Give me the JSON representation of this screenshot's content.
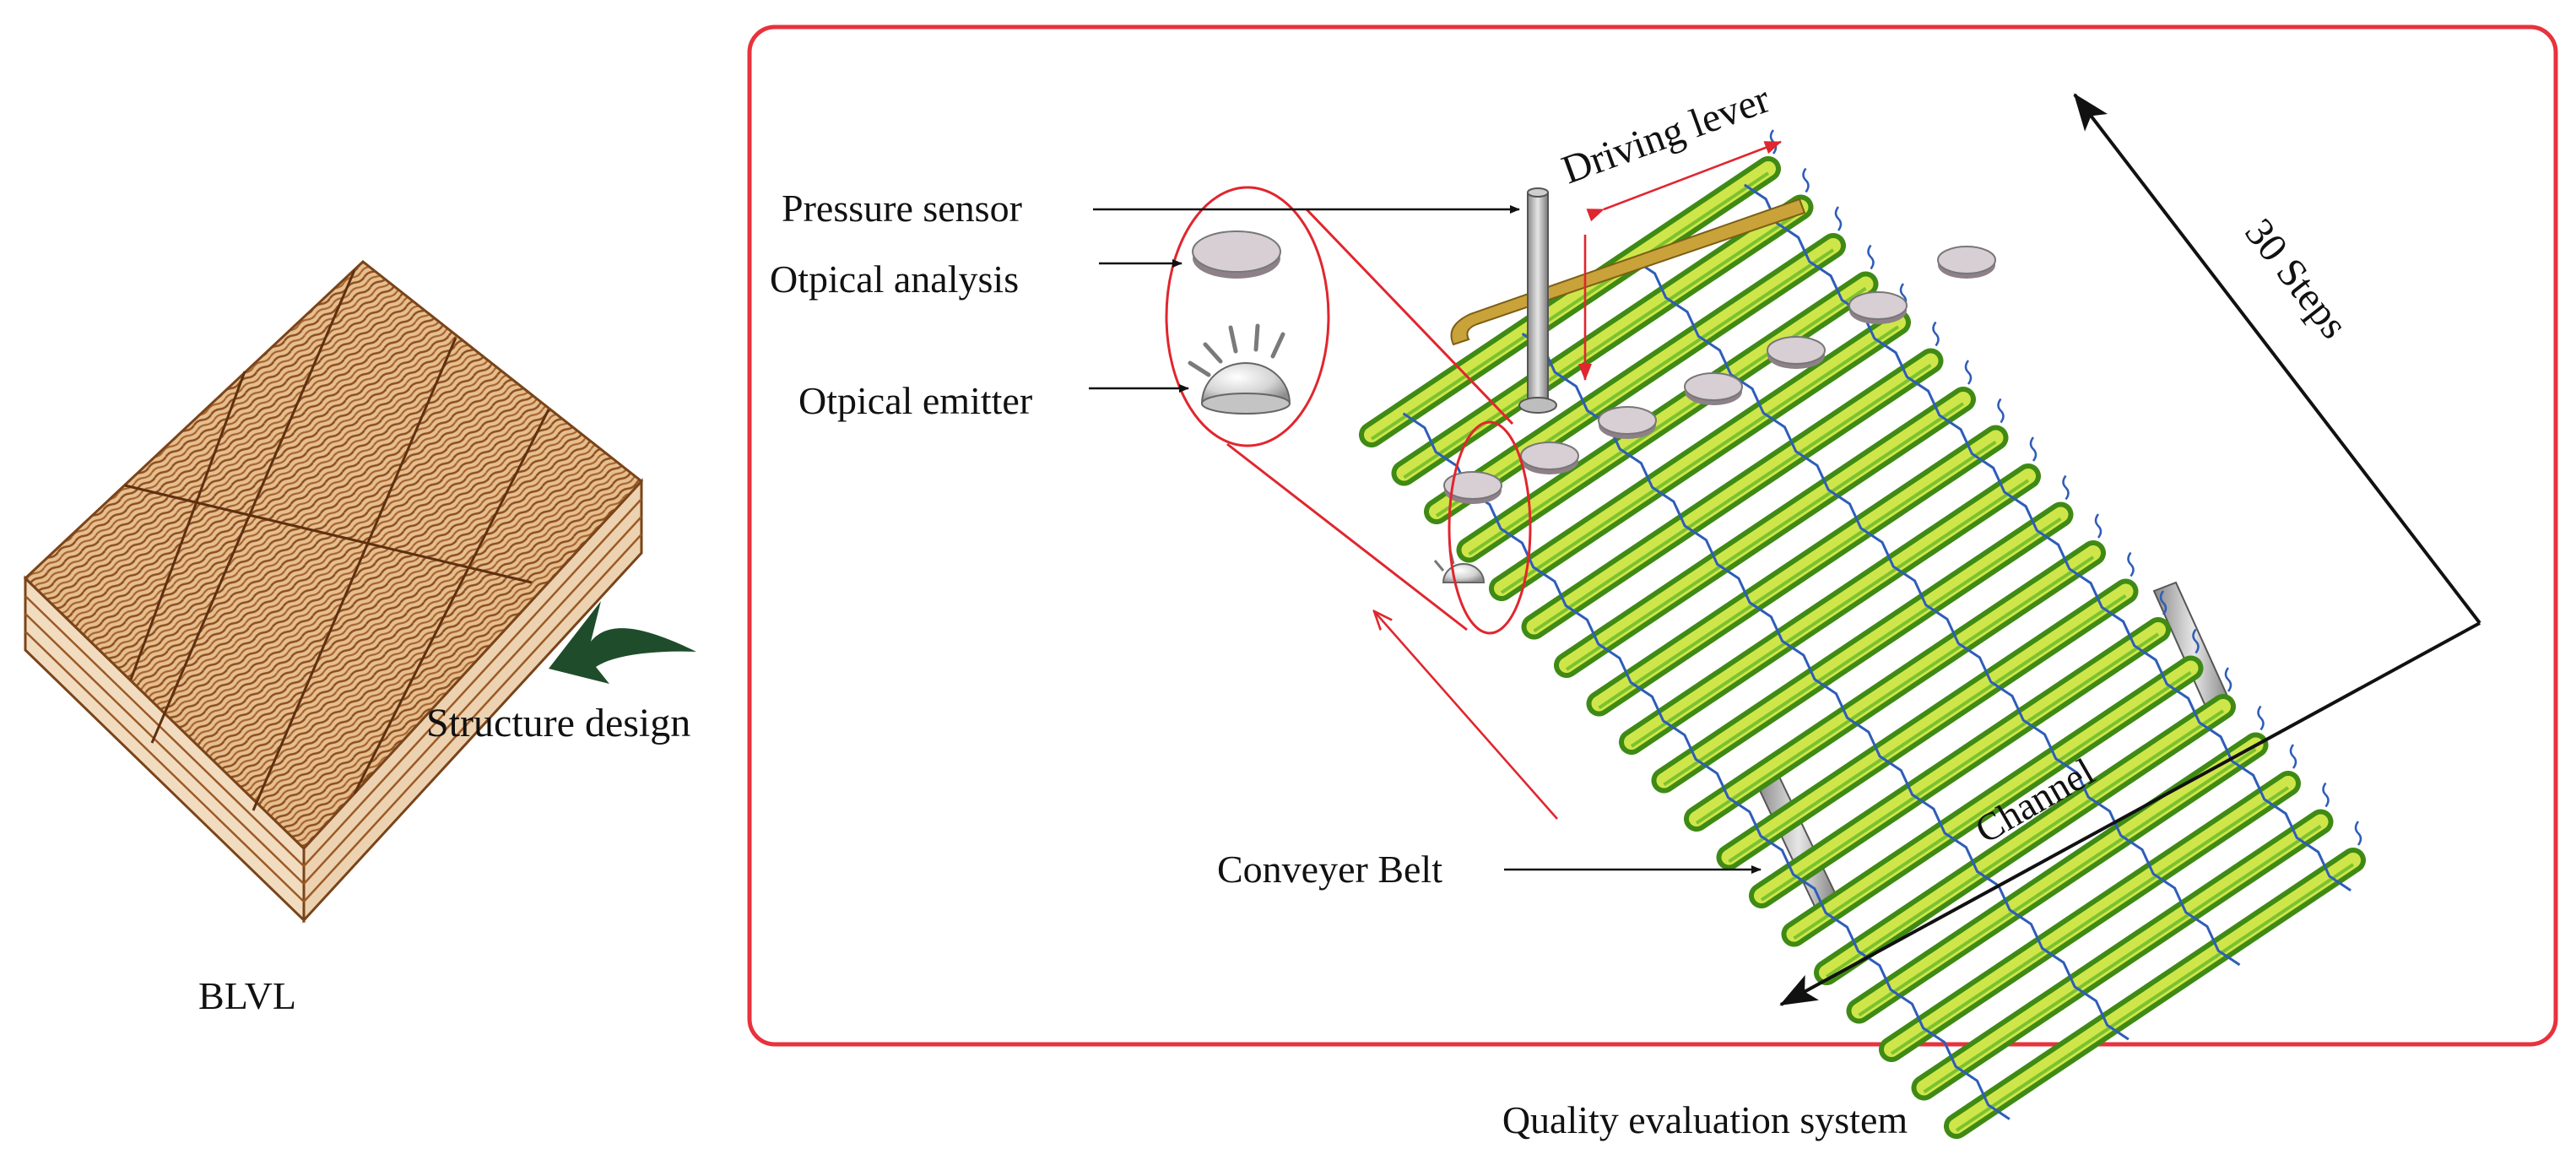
{
  "left_panel": {
    "caption": "BLVL",
    "arrow_label": "Structure design"
  },
  "right_panel": {
    "caption": "Quality evaluation system",
    "labels": {
      "pressure_sensor": "Pressure sensor",
      "optical_analysis": "Otpical analysis",
      "optical_emitter": "Otpical emitter",
      "driving_lever": "Driving lever",
      "conveyer_belt": "Conveyer Belt",
      "channel": "Channel",
      "steps": "30 Steps"
    }
  },
  "colors": {
    "frame": "#e8323c",
    "wood": "#9c5a26",
    "wood_light": "#e2b98a",
    "bamboo": "#6fbf2a",
    "bamboo_light": "#dcea4a",
    "arrow_green": "#1f4d2b",
    "accent_red": "#e0262e",
    "wire_blue": "#2e5db8"
  }
}
